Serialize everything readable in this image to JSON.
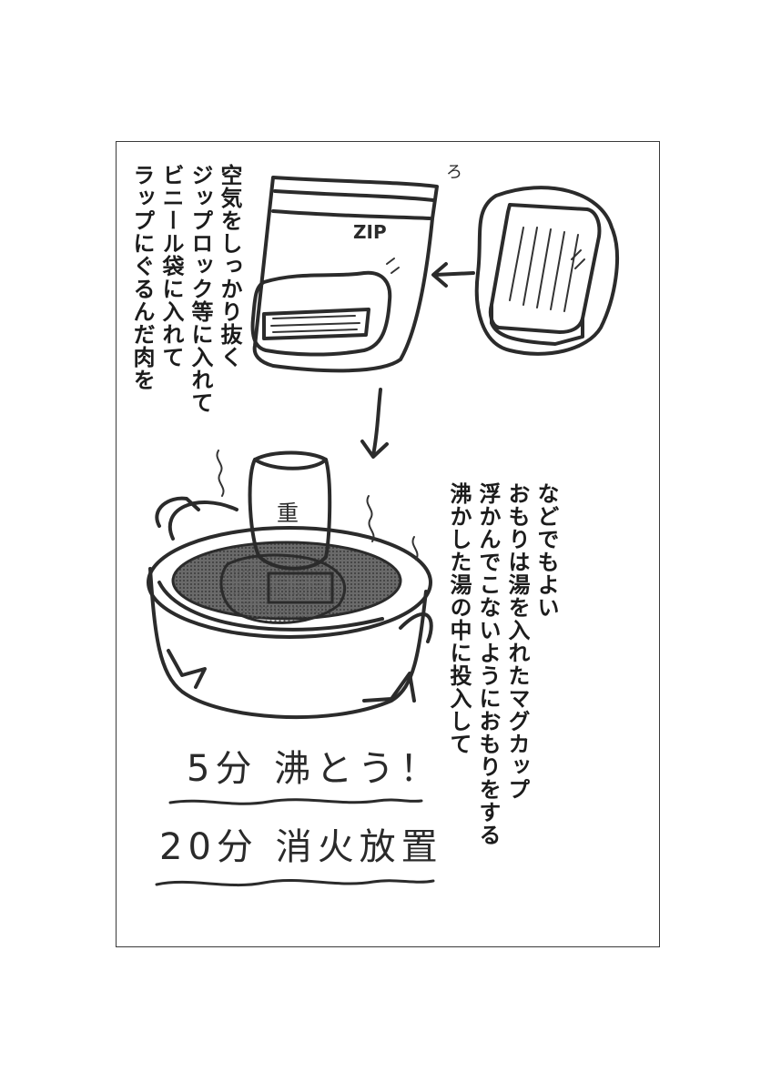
{
  "caption_top": [
    "空気をしっかり抜く",
    "ジップロック等に入れて",
    "ビニール袋に入れて",
    "ラップにぐるんだ肉を"
  ],
  "caption_right": [
    "などでもよい",
    "おもりは湯を入れたマグカップ",
    "浮かんでこないようにおもりをする",
    "沸かした湯の中に投入して"
  ],
  "bag_label": "ZIP",
  "weight_label": "重",
  "sfx": "ろ",
  "steps": [
    "5分 沸とう！",
    "20分 消火放置"
  ]
}
